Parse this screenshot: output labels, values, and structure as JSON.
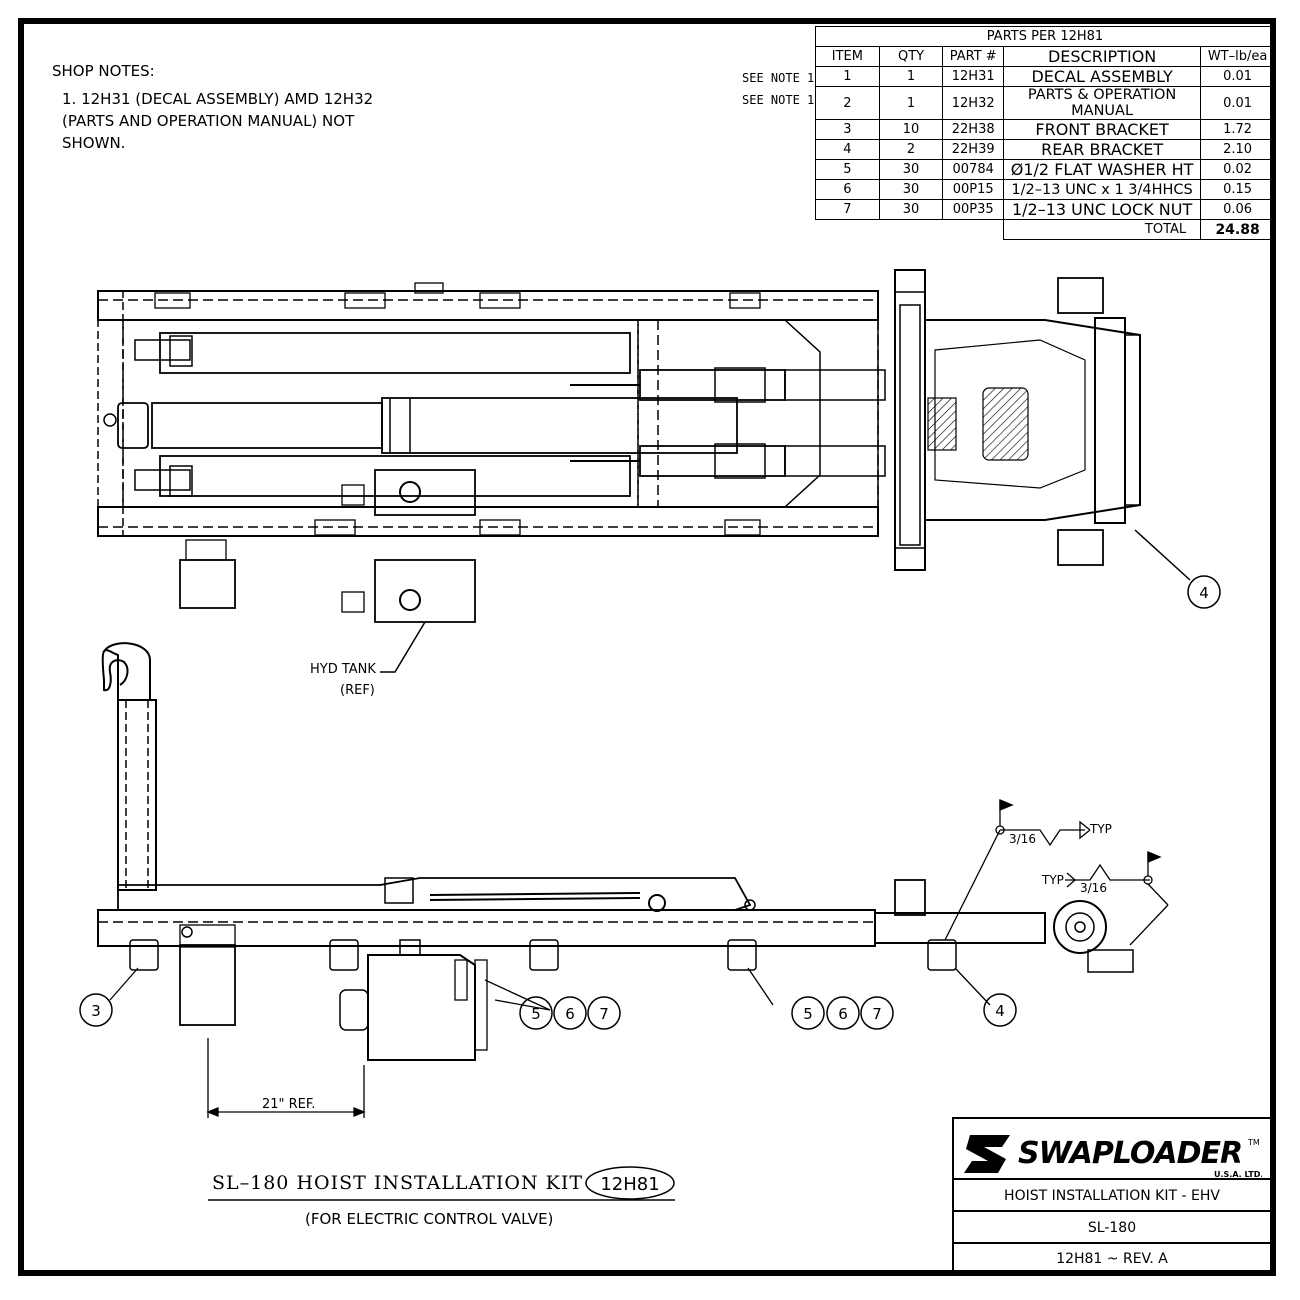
{
  "shop_notes": {
    "heading": "SHOP NOTES:",
    "lines": [
      "1. 12H31 (DECAL ASSEMBLY) AMD 12H32",
      "(PARTS AND OPERATION MANUAL) NOT",
      "SHOWN."
    ]
  },
  "parts_table": {
    "title": "PARTS PER 12H81",
    "columns": [
      "ITEM",
      "QTY",
      "PART #",
      "DESCRIPTION",
      "WT–lb/ea"
    ],
    "rows": [
      {
        "item": "1",
        "qty": "1",
        "part": "12H31",
        "desc": "DECAL ASSEMBLY",
        "wt": "0.01",
        "note": "SEE NOTE 1"
      },
      {
        "item": "2",
        "qty": "1",
        "part": "12H32",
        "desc": "PARTS & OPERATION MANUAL",
        "wt": "0.01",
        "note": "SEE NOTE 1"
      },
      {
        "item": "3",
        "qty": "10",
        "part": "22H38",
        "desc": "FRONT BRACKET",
        "wt": "1.72",
        "note": ""
      },
      {
        "item": "4",
        "qty": "2",
        "part": "22H39",
        "desc": "REAR BRACKET",
        "wt": "2.10",
        "note": ""
      },
      {
        "item": "5",
        "qty": "30",
        "part": "00784",
        "desc": "Ø1/2 FLAT WASHER HT",
        "wt": "0.02",
        "note": ""
      },
      {
        "item": "6",
        "qty": "30",
        "part": "00P15",
        "desc": "1/2–13 UNC x 1 3/4HHCS",
        "wt": "0.15",
        "note": ""
      },
      {
        "item": "7",
        "qty": "30",
        "part": "00P35",
        "desc": "1/2–13 UNC LOCK NUT",
        "wt": "0.06",
        "note": ""
      }
    ],
    "total_label": "TOTAL",
    "total_value": "24.88"
  },
  "labels": {
    "hyd_tank_1": "HYD TANK",
    "hyd_tank_2": "(REF)",
    "dimension": "21\" REF.",
    "weld_size_1": "3/16",
    "weld_typ_1": "TYP",
    "weld_size_2": "3/16",
    "weld_typ_2": "TYP"
  },
  "balloons": {
    "b4_top": "4",
    "b3": "3",
    "b5a": "5",
    "b6a": "6",
    "b7a": "7",
    "b5b": "5",
    "b6b": "6",
    "b7b": "7",
    "b4_bot": "4"
  },
  "drawing_title": {
    "main": "SL–180 HOIST INSTALLATION KIT",
    "code": "12H81",
    "sub": "(FOR ELECTRIC CONTROL VALVE)"
  },
  "title_block": {
    "brand": "SWAPLOADER",
    "brand_tm": "TM",
    "brand_sub": "U.S.A. LTD.",
    "title": "HOIST INSTALLATION KIT - EHV",
    "model": "SL-180",
    "drawing_no": "12H81 ~ REV. A"
  }
}
